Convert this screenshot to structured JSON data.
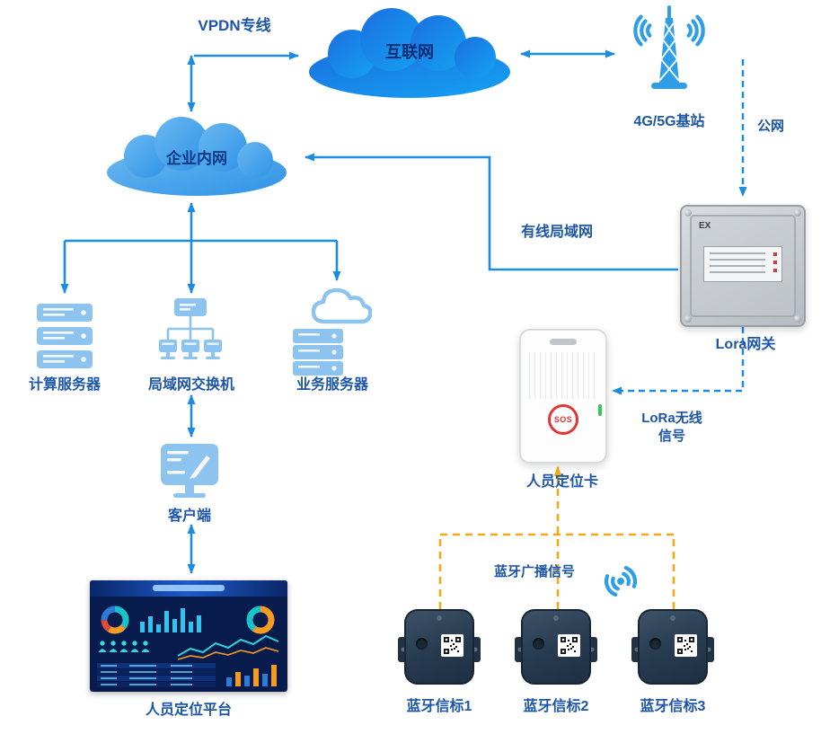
{
  "labels": {
    "vpdn": "VPDN专线",
    "internet": "互联网",
    "base_station": "4G/5G基站",
    "public_network": "公网",
    "intranet": "企业内网",
    "wired_lan": "有线局域网",
    "lora_gateway": "Lora网关",
    "compute_server": "计算服务器",
    "lan_switch": "局域网交换机",
    "business_server": "业务服务器",
    "client": "客户端",
    "platform": "人员定位平台",
    "positioning_card": "人员定位卡",
    "lora_signal_line1": "LoRa无线",
    "lora_signal_line2": "信号",
    "bt_broadcast": "蓝牙广播信号",
    "sos_button": "SOS",
    "ex_mark": "EX"
  },
  "beacons": [
    {
      "label": "蓝牙信标1"
    },
    {
      "label": "蓝牙信标2"
    },
    {
      "label": "蓝牙信标3"
    }
  ],
  "colors": {
    "solid_arrow": "#1b8ce2",
    "dashed_blue_arrow": "#1b8ce2",
    "dashed_yellow_arrow": "#f2aa1a",
    "label_text": "#1d56a8",
    "internet_cloud_gradient": [
      "#1b6fe0",
      "#14a2f2"
    ],
    "intranet_cloud_gradient": [
      "#66b5f0",
      "#2f93e6"
    ],
    "light_icon_blue": "#8cc3ef",
    "sos_red": "#e23636",
    "led_green": "#35c653",
    "dashboard_bg": "#081b4d"
  },
  "icons": {
    "internet": "cloud",
    "intranet": "cloud",
    "base_station": "antenna-with-radio-waves",
    "lora_gateway": "industrial-gateway-box",
    "compute_server": "server-rack",
    "lan_switch": "network-switch-tree",
    "business_server": "cloud-server",
    "client": "desktop-monitor",
    "platform": "dashboard-screenshot",
    "positioning_card": "badge-device-with-sos",
    "bt_broadcast": "wireless-signal",
    "beacon": "bluetooth-beacon-device"
  }
}
